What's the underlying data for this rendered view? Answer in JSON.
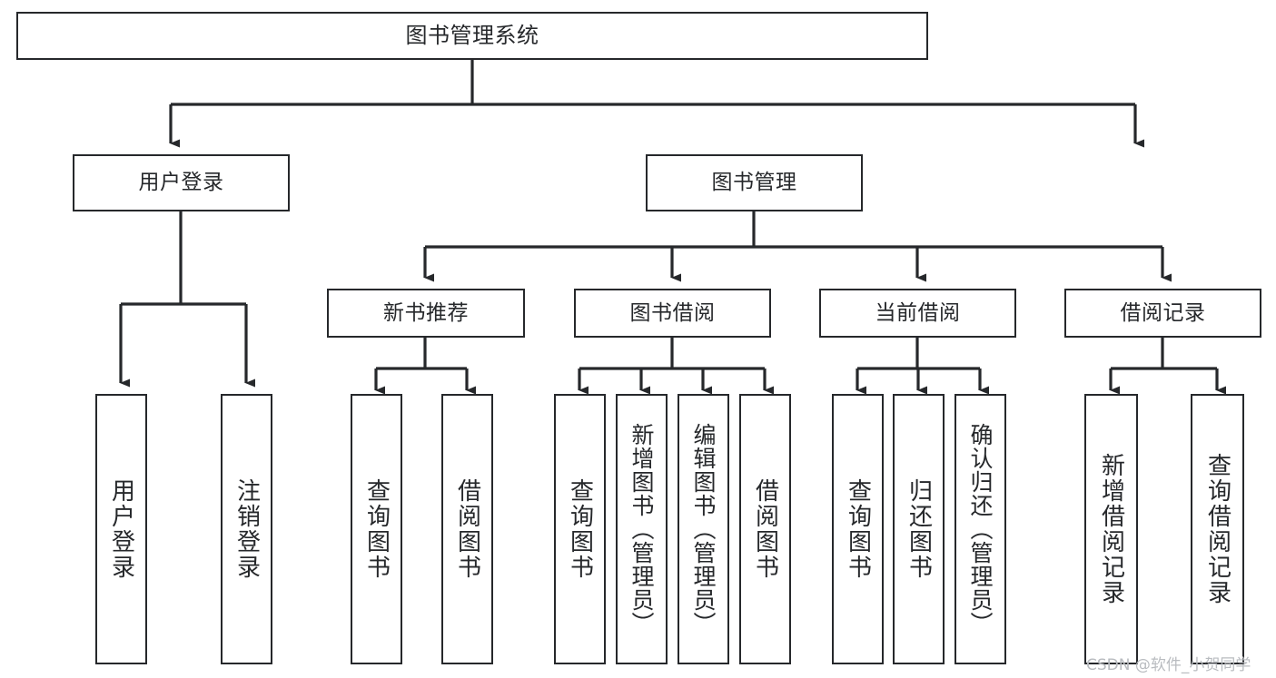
{
  "diagram": {
    "title": "图书管理系统",
    "type": "tree-hierarchy",
    "colors": {
      "stroke": "#26282b",
      "fill": "#ffffff",
      "background": "#ffffff",
      "watermark": "#b9bcc0"
    },
    "nodes": {
      "root": {
        "label": "图书管理系统"
      },
      "level1": [
        {
          "label": "用户登录"
        },
        {
          "label": "图书管理"
        }
      ],
      "level2": [
        {
          "label": "新书推荐"
        },
        {
          "label": "图书借阅"
        },
        {
          "label": "当前借阅"
        },
        {
          "label": "借阅记录"
        }
      ],
      "leaves_user_login": [
        {
          "label": "用户登录"
        },
        {
          "label": "注销登录"
        }
      ],
      "leaves_new_book": [
        {
          "label": "查询图书"
        },
        {
          "label": "借阅图书"
        }
      ],
      "leaves_book_borrow": [
        {
          "label": "查询图书"
        },
        {
          "label": "新增图书（管理员）"
        },
        {
          "label": "编辑图书（管理员）"
        },
        {
          "label": "借阅图书"
        }
      ],
      "leaves_current_borrow": [
        {
          "label": "查询图书"
        },
        {
          "label": "归还图书"
        },
        {
          "label": "确认归还（管理员）"
        }
      ],
      "leaves_borrow_record": [
        {
          "label": "新增借阅记录"
        },
        {
          "label": "查询借阅记录"
        }
      ]
    },
    "watermark": "CSDN @软件_小贺同学"
  }
}
